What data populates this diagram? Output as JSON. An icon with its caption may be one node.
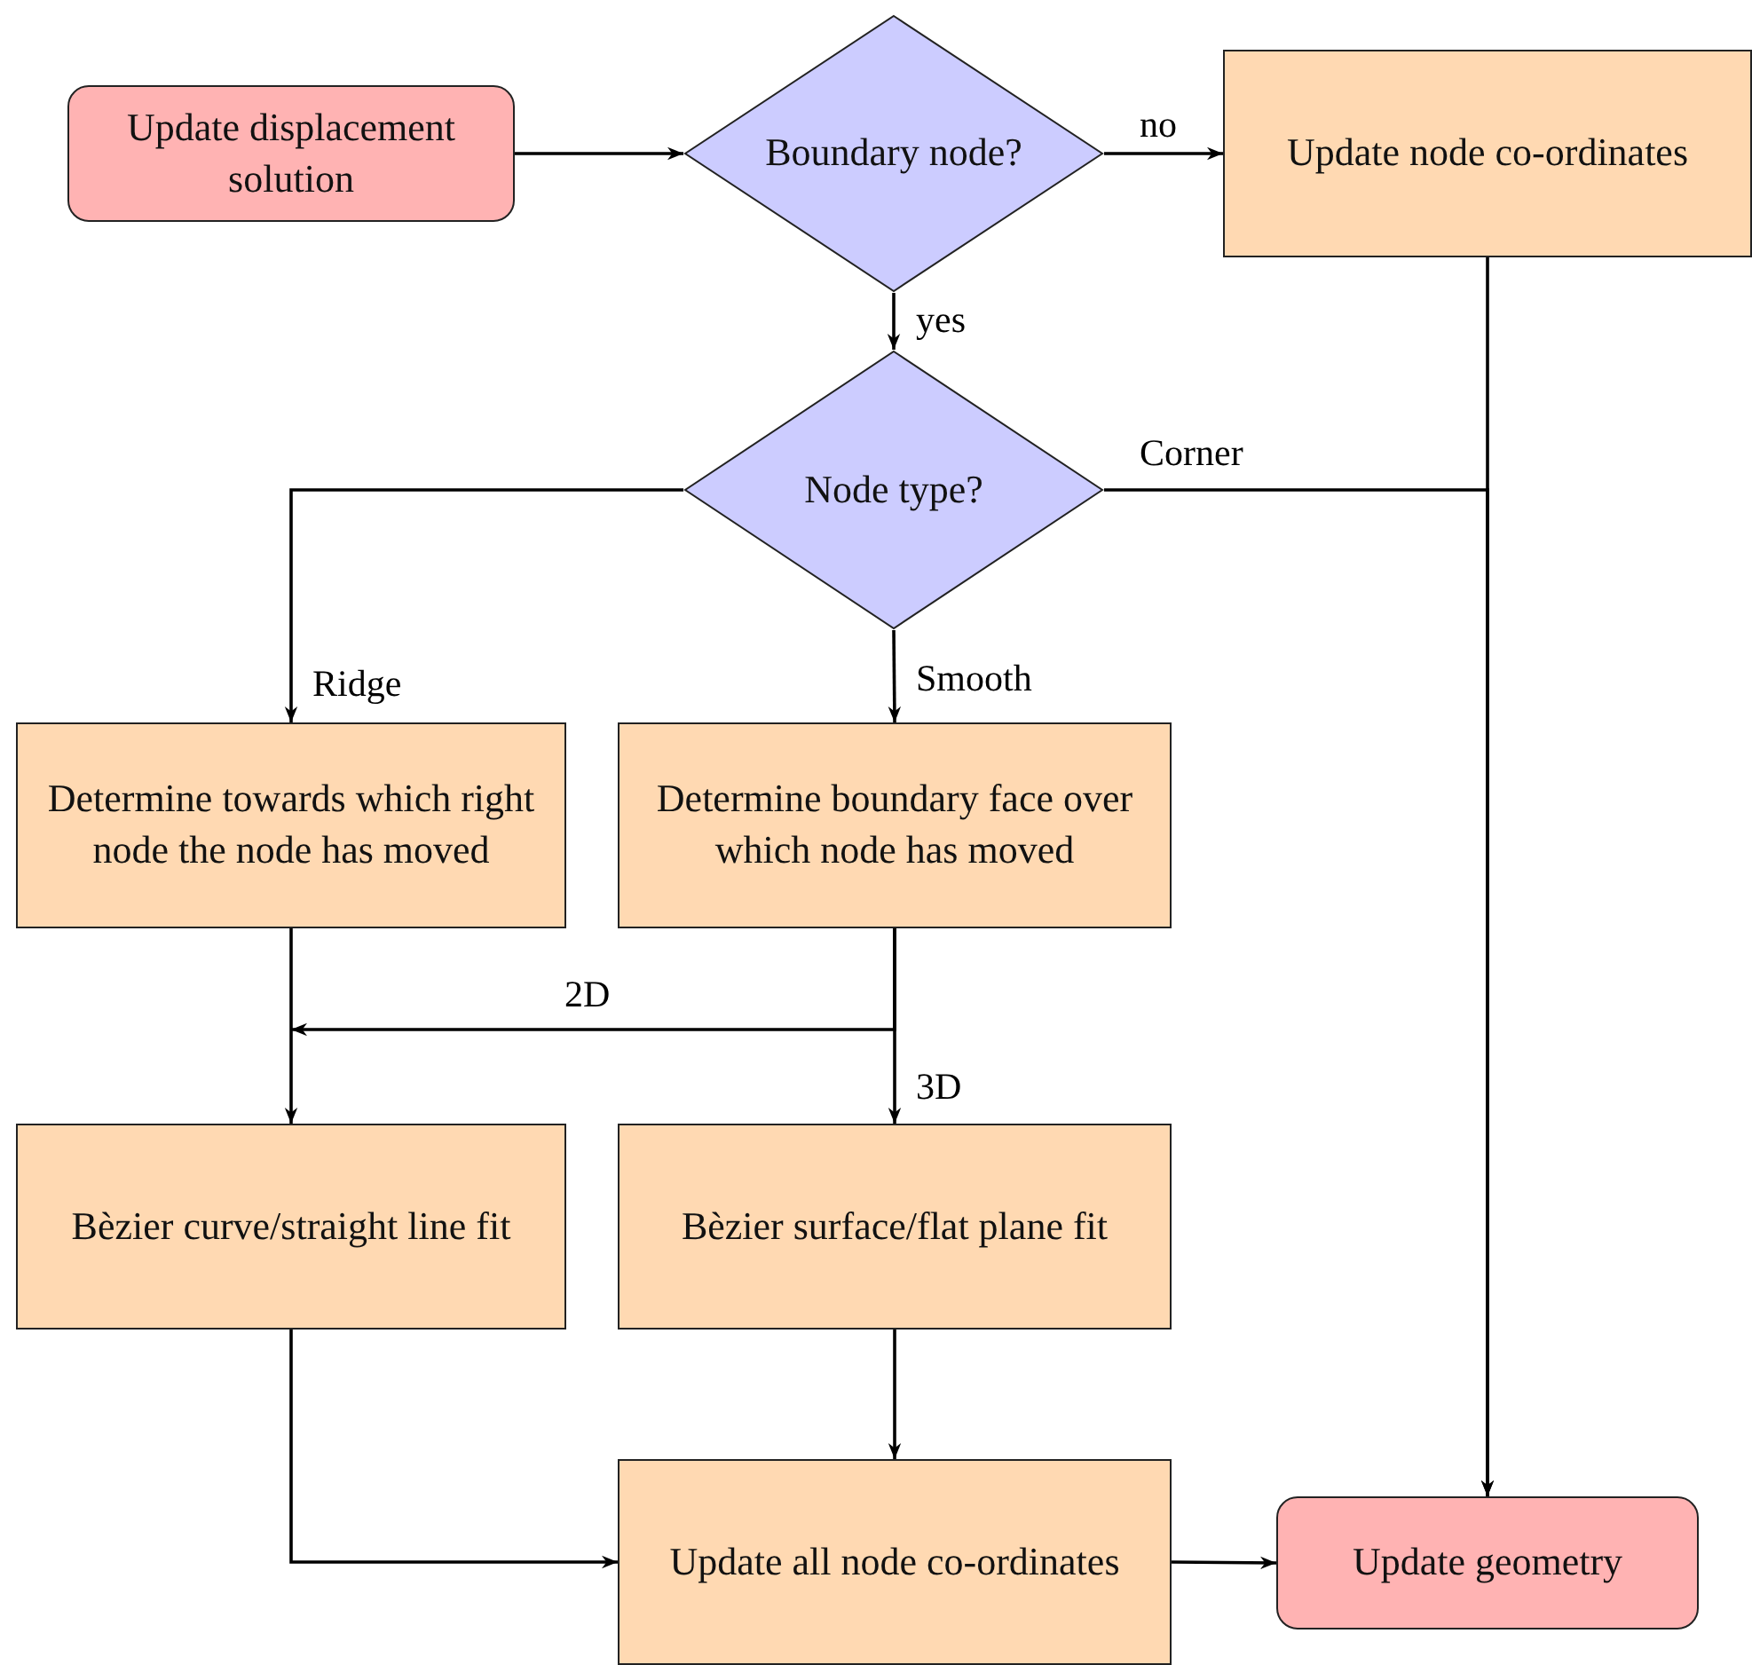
{
  "diagram": {
    "nodes": [
      {
        "text": [
          "Update displacement solution"
        ]
      },
      {
        "text": [
          "Boundary node?"
        ]
      },
      {
        "text": [
          "Update node co-ordinates"
        ]
      },
      {
        "text": [
          "Node type?"
        ]
      },
      {
        "text": [
          "Determine towards which right node the node has moved"
        ]
      },
      {
        "text": [
          "Determine boundary face over which node has moved"
        ]
      },
      {
        "text": [
          "Bèzier curve/straight line fit"
        ]
      },
      {
        "text": [
          "Bèzier surface/flat plane fit"
        ]
      },
      {
        "text": [
          "Update all node co-ordinates"
        ]
      },
      {
        "text": [
          "Update geometry"
        ]
      }
    ],
    "edges": [
      {
        "from": 0,
        "to": 1,
        "arrow": "to"
      },
      {
        "from": 1,
        "to": 2,
        "arrow": "to",
        "label": "no"
      },
      {
        "from": 1,
        "to": 3,
        "arrow": "to",
        "label": "yes"
      },
      {
        "from": 3,
        "to": 4,
        "arrow": "to",
        "label": "Ridge"
      },
      {
        "from": 3,
        "to": 5,
        "arrow": "to",
        "label": "Smooth"
      },
      {
        "from": 3,
        "to": 9,
        "arrow": "to",
        "label": "Corner"
      },
      {
        "from": 2,
        "to": 9,
        "arrow": "to"
      },
      {
        "from": 4,
        "to": 6,
        "arrow": "to"
      },
      {
        "from": 5,
        "to": 6,
        "arrow": "to",
        "label": "2D"
      },
      {
        "from": 5,
        "to": 7,
        "arrow": "to",
        "label": "3D"
      },
      {
        "from": 6,
        "to": 8,
        "arrow": "to"
      },
      {
        "from": 7,
        "to": 8,
        "arrow": "to"
      },
      {
        "from": 8,
        "to": 9,
        "arrow": "to"
      }
    ]
  }
}
